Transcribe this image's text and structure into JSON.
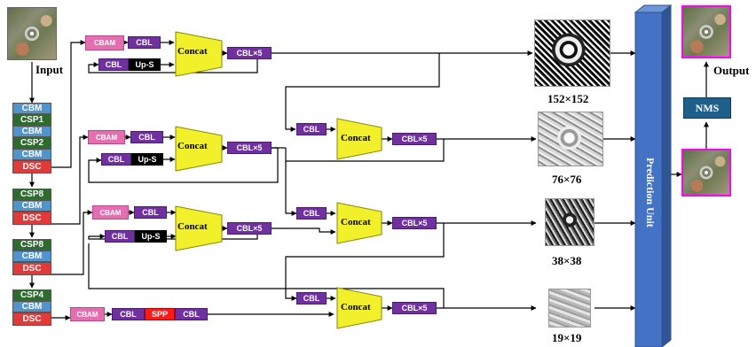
{
  "labels": {
    "input": "Input",
    "output": "Output",
    "nms": "NMS",
    "prediction_unit": "Prediction Unit",
    "concat": "Concat",
    "cbam": "CBAM",
    "cbl": "CBL",
    "upsample": "Up-S",
    "cbl_x5": "CBL×5",
    "spp": "SPP"
  },
  "backbone": [
    "CBM",
    "CSP1",
    "CBM",
    "CSP2",
    "CBM",
    "DSC",
    "CSP8",
    "CBM",
    "DSC",
    "CSP8",
    "CBM",
    "DSC",
    "CSP4",
    "CBM",
    "DSC"
  ],
  "scales": [
    "152×152",
    "76×76",
    "38×38",
    "19×19"
  ],
  "colors": {
    "cbm": "#4f94cd",
    "csp": "#2e6b2e",
    "dsc": "#e03a3a",
    "cbam": "#e46fb0",
    "cbl": "#7030a0",
    "upsample": "#000000",
    "spp": "#ff1a1a",
    "concat": "#f2ef2b",
    "prediction_unit": "#4472c4",
    "nms": "#1f5f8b",
    "detection_box": "#ff00ff"
  }
}
